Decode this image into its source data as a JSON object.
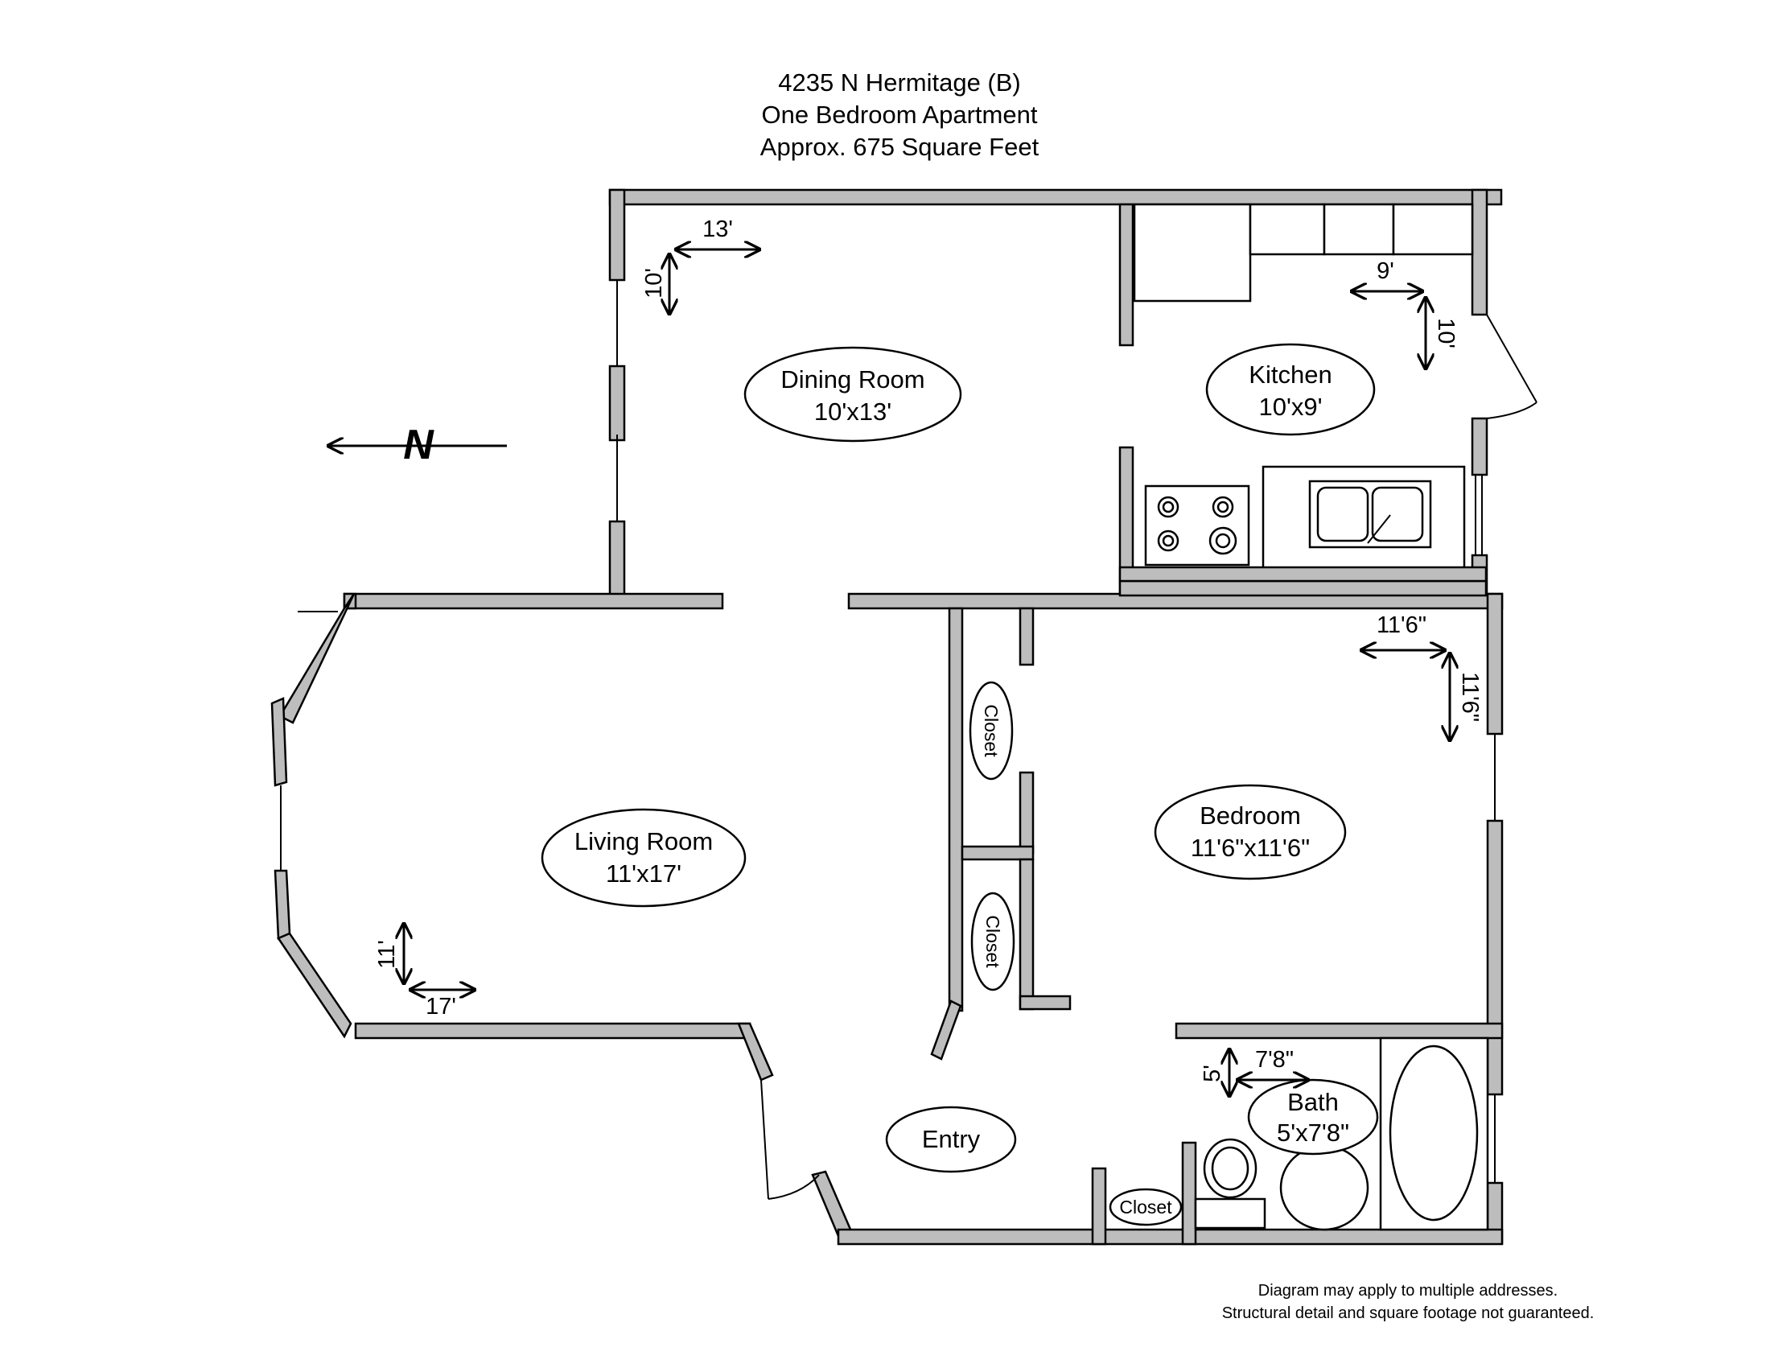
{
  "header": {
    "address": "4235 N Hermitage (B)",
    "unit_type": "One Bedroom Apartment",
    "area": "Approx. 675 Square Feet"
  },
  "compass": {
    "label": "N"
  },
  "rooms": {
    "dining": {
      "name": "Dining Room",
      "size": "10'x13'"
    },
    "kitchen": {
      "name": "Kitchen",
      "size": "10'x9'"
    },
    "living": {
      "name": "Living Room",
      "size": "11'x17'"
    },
    "bedroom": {
      "name": "Bedroom",
      "size": "11'6\"x11'6\""
    },
    "bath": {
      "name": "Bath",
      "size": "5'x7'8\""
    },
    "entry": {
      "name": "Entry"
    },
    "closet": "Closet"
  },
  "dimensions": {
    "dining_w": "13'",
    "dining_h": "10'",
    "kitchen_w": "9'",
    "kitchen_h": "10'",
    "bedroom_w": "11'6\"",
    "bedroom_h": "11'6\"",
    "living_w": "17'",
    "living_h": "11'",
    "bath_w": "7'8\"",
    "bath_h": "5'"
  },
  "footer": {
    "line1": "Diagram may apply to multiple addresses.",
    "line2": "Structural detail and square footage not guaranteed."
  }
}
